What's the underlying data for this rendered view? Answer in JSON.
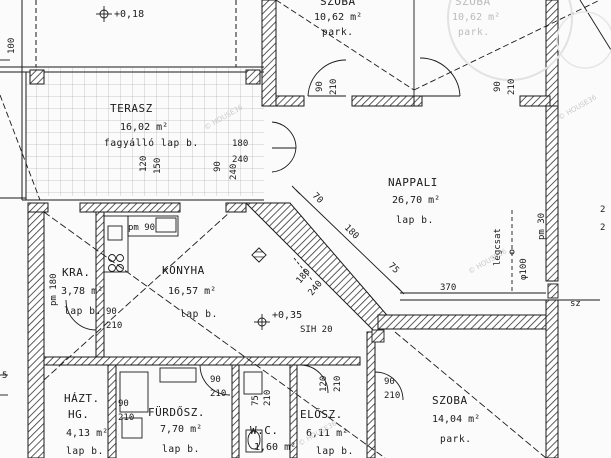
{
  "plan": {
    "rooms": [
      {
        "key": "szoba_top1",
        "name": "SZOBA",
        "area": "10,62 m²",
        "floor": "park."
      },
      {
        "key": "szoba_top2",
        "name": "SZOBA",
        "area": "10,62 m²",
        "floor": "park."
      },
      {
        "key": "terasz",
        "name": "TERASZ",
        "area": "16,02 m²",
        "floor": "fagyálló lap b."
      },
      {
        "key": "nappali",
        "name": "NAPPALI",
        "area": "26,70 m²",
        "floor": "lap b."
      },
      {
        "key": "konyha",
        "name": "KONYHA",
        "area": "16,57 m²",
        "floor": "lap b."
      },
      {
        "key": "kamra",
        "name": "KRA.",
        "area": "3,78 m²",
        "floor": "lap b."
      },
      {
        "key": "haztartasi",
        "name": "HÁZT.",
        "name2": "HG.",
        "area": "4,13 m²",
        "floor": "lap b."
      },
      {
        "key": "furdoszoba",
        "name": "FÜRDŐSZ.",
        "area": "7,70 m²",
        "floor": "lap b."
      },
      {
        "key": "wc",
        "name": "W.C.",
        "area": "1,60 m²",
        "floor": ""
      },
      {
        "key": "eloszoba",
        "name": "ELŐSZ.",
        "area": "6,11 m²",
        "floor": "lap b."
      },
      {
        "key": "szoba_bottom",
        "name": "SZOBA",
        "area": "14,04 m²",
        "floor": "park."
      }
    ],
    "levels": {
      "top": "+0,18",
      "mid": "+0,35"
    },
    "door_dims": {
      "d_90_210": [
        "90",
        "210"
      ],
      "terasz_door": [
        "180",
        "240"
      ],
      "terasz_door2": [
        "120",
        "150"
      ],
      "wc_door": [
        "75",
        "210"
      ],
      "furdo_door": [
        "90",
        "210"
      ],
      "konyha_door": [
        "180",
        "240"
      ],
      "nappali_door": [
        "90",
        "210"
      ],
      "pm_90": "pm 90",
      "pm_30": "pm 30",
      "pm_180": "pm 180"
    },
    "dims": {
      "d100": "100",
      "d70": "70",
      "d180": "180",
      "d75": "75",
      "d370": "370",
      "d_legcsat": "légcsat",
      "d_phi100": "φ100",
      "d_sz": "sz",
      "d_sih": "SIH 20",
      "d_120": "120",
      "d_210": "210",
      "d_5": "5",
      "d_2a": "2",
      "d_2b": "2"
    },
    "watermarks": [
      "© HOUSE36",
      "© HOUSE36",
      "© HOUSE36",
      "© HOUSE36"
    ]
  },
  "colors": {
    "ink": "#1a1a1a",
    "paper": "#fbfbfb",
    "grid": "#8a8a8a",
    "hatch": "#333333"
  }
}
